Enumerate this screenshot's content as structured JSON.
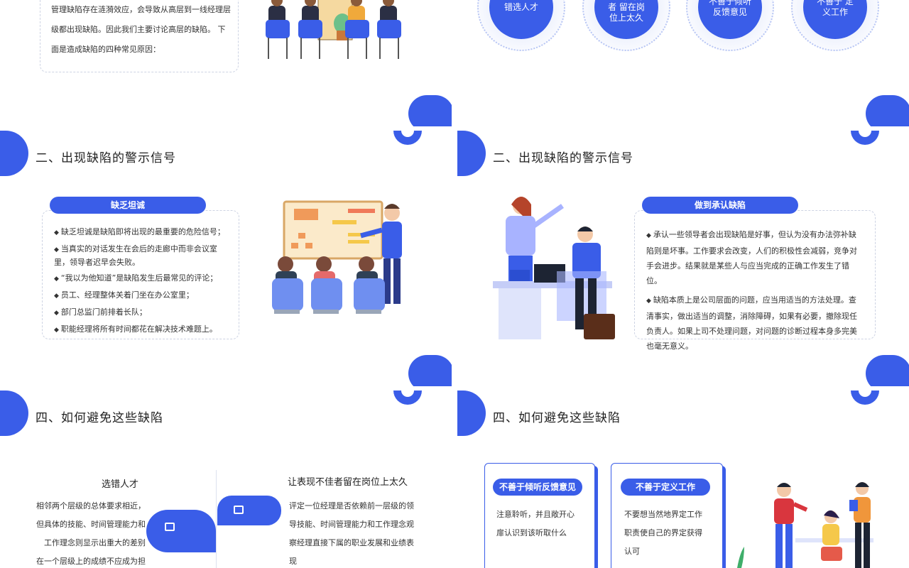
{
  "slide1": {
    "text_lines": [
      "管理缺陷存在涟漪效应，会导致从高层到一线经理层",
      "级都出现缺陷。因此我们主要讨论高层的缺陷。 下",
      "面是造成缺陷的四种常见原因："
    ]
  },
  "slide2": {
    "circles": [
      "错选人才",
      "让表现不佳者 留在岗位上太久",
      "不善于倾听 反馈意见",
      "不善于 定义工作"
    ]
  },
  "slide3": {
    "title": "二、出现缺陷的警示信号",
    "pill": "缺乏坦诚",
    "bullets": [
      "缺乏坦诚是缺陷即将出现的最重要的危险信号；",
      "当真实的对话发生在会后的走廊中而非会议室里，领导者迟早会失败。",
      "“我以为他知道”是缺陷发生后最常见的评论；",
      "员工、经理整体关着门坐在办公室里；",
      "部门总监门前排着长队；",
      "职能经理将所有时间都花在解决技术难题上。"
    ],
    "bullet_mark": "◆"
  },
  "slide4": {
    "title": "二、出现缺陷的警示信号",
    "pill": "做到承认缺陷",
    "bullets": [
      "承认一些领导者会出现缺陷是好事，但认为没有办法弥补缺陷则是坏事。工作要求会改变，人们的积极性会减弱，竞争对手会进步。结果就是某些人与应当完成的正确工作发生了错位。",
      "缺陷本质上是公司层面的问题，应当用适当的方法处理。查清事实，做出适当的调整，消除障碍，如果有必要，撤除现任负责人。如果上司不处理问题，对问题的诊断过程本身多完美也毫无意义。"
    ],
    "bullet_mark": "◆"
  },
  "slide5": {
    "title": "四、如何避免这些缺陷",
    "left_heading": "选错人才",
    "left_lines": [
      "相邻两个层级的总体要求相近，",
      "但具体的技能、时间管理能力和",
      "工作理念则显示出重大的差别",
      "在一个层级上的成绩不应成为担"
    ],
    "right_heading": "让表现不佳者留在岗位上太久",
    "right_lines": [
      "评定一位经理是否依赖前一层级的领",
      "导技能、时间管理能力和工作理念观",
      "察经理直接下属的职业发展和业绩表",
      "现"
    ]
  },
  "slide6": {
    "title": "四、如何避免这些缺陷",
    "card1_pill": "不善于倾听反馈意见",
    "card1_lines": [
      "注意聆听，并且敞开心",
      "扉认识到该听取什么"
    ],
    "card2_pill": "不善于定义工作",
    "card2_lines": [
      "不要想当然地界定工作",
      "职责使自己的界定获得",
      "认可"
    ]
  },
  "colors": {
    "accent": "#3a5de8",
    "light": "#f1f4fd"
  }
}
